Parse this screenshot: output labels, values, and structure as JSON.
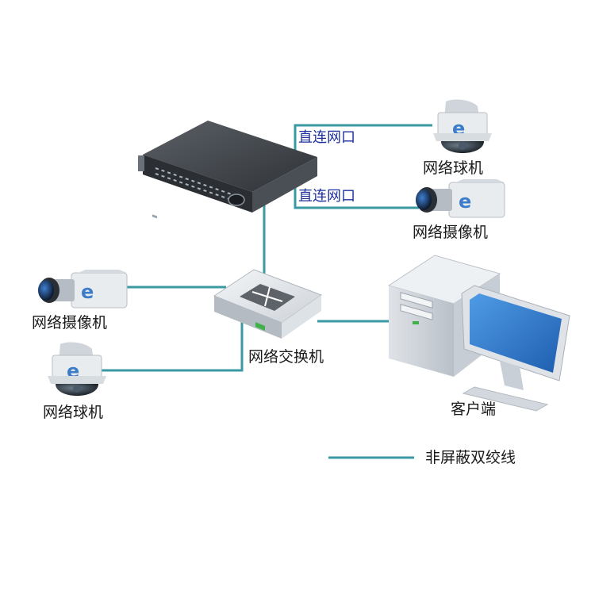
{
  "labels": {
    "direct_port_top": "直连网口",
    "direct_port_bottom": "直连网口",
    "dome_camera_top_right": "网络球机",
    "box_camera_right": "网络摄像机",
    "box_camera_left": "网络摄像机",
    "switch": "网络交换机",
    "dome_camera_left": "网络球机",
    "client": "客户端"
  },
  "legend": {
    "label": "非屏蔽双绞线",
    "line_color": "#3a9aa3"
  },
  "colors": {
    "cable": "#3a9aa3",
    "label_blue": "#1d2f9e",
    "device_dark": "#3c4146",
    "device_light": "#e9ecef",
    "monitor_screen": "#2a77c9"
  },
  "devices": {
    "nvr": "nvr-icon",
    "switch": "network-switch-icon",
    "dome_camera": "dome-camera-icon",
    "box_camera": "box-camera-icon",
    "client_pc": "desktop-computer-icon"
  }
}
